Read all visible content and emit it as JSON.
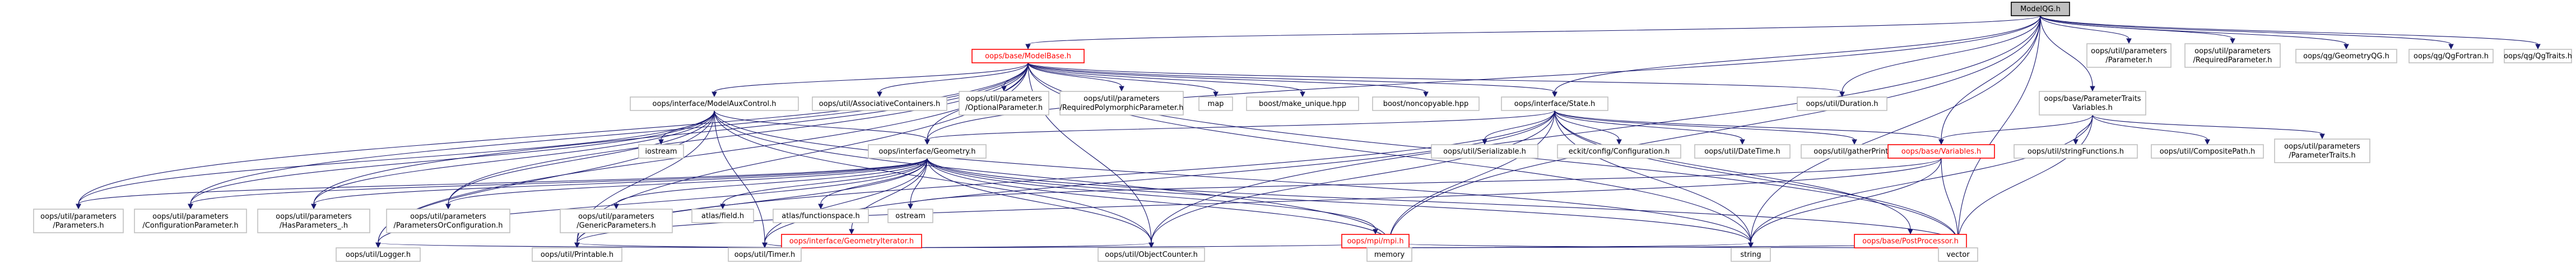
{
  "diagram": {
    "type": "include-dependency-graph",
    "colors": {
      "edge": "#191970",
      "node_border": "#bfbfbf",
      "root_fill": "#bfbfbf",
      "highlight": "#ff0000",
      "background": "#ffffff"
    },
    "nodes": [
      {
        "id": "modelqg",
        "lines": [
          "ModelQG.h"
        ],
        "style": "root"
      },
      {
        "id": "modelbase",
        "lines": [
          "oops/base/ModelBase.h"
        ],
        "style": "highlight"
      },
      {
        "id": "param_h",
        "lines": [
          "oops/util/parameters",
          "/Parameter.h"
        ]
      },
      {
        "id": "reqparam_h",
        "lines": [
          "oops/util/parameters",
          "/RequiredParameter.h"
        ]
      },
      {
        "id": "geomqg",
        "lines": [
          "oops/qg/GeometryQG.h"
        ]
      },
      {
        "id": "qgfortran",
        "lines": [
          "oops/qg/QgFortran.h"
        ]
      },
      {
        "id": "qgtraits",
        "lines": [
          "oops/qg/QgTraits.h"
        ]
      },
      {
        "id": "modelaux",
        "lines": [
          "oops/interface/ModelAuxControl.h"
        ]
      },
      {
        "id": "assoc",
        "lines": [
          "oops/util/AssociativeContainers.h"
        ]
      },
      {
        "id": "optparam",
        "lines": [
          "oops/util/parameters",
          "/OptionalParameter.h"
        ]
      },
      {
        "id": "reqpoly",
        "lines": [
          "oops/util/parameters",
          "/RequiredPolymorphicParameter.h"
        ]
      },
      {
        "id": "map",
        "lines": [
          "map"
        ]
      },
      {
        "id": "make_unique",
        "lines": [
          "boost/make_unique.hpp"
        ]
      },
      {
        "id": "noncopyable",
        "lines": [
          "boost/noncopyable.hpp"
        ]
      },
      {
        "id": "state",
        "lines": [
          "oops/interface/State.h"
        ]
      },
      {
        "id": "duration",
        "lines": [
          "oops/util/Duration.h"
        ]
      },
      {
        "id": "ptv",
        "lines": [
          "oops/base/ParameterTraits",
          "Variables.h"
        ]
      },
      {
        "id": "iostream",
        "lines": [
          "iostream"
        ]
      },
      {
        "id": "geometry",
        "lines": [
          "oops/interface/Geometry.h"
        ]
      },
      {
        "id": "serializable",
        "lines": [
          "oops/util/Serializable.h"
        ]
      },
      {
        "id": "eckit_config",
        "lines": [
          "eckit/config/Configuration.h"
        ]
      },
      {
        "id": "datetime",
        "lines": [
          "oops/util/DateTime.h"
        ]
      },
      {
        "id": "gatherprint",
        "lines": [
          "oops/util/gatherPrint.h"
        ]
      },
      {
        "id": "variables",
        "lines": [
          "oops/base/Variables.h"
        ],
        "style": "highlight"
      },
      {
        "id": "stringfunc",
        "lines": [
          "oops/util/stringFunctions.h"
        ]
      },
      {
        "id": "composite",
        "lines": [
          "oops/util/CompositePath.h"
        ]
      },
      {
        "id": "paramtraits",
        "lines": [
          "oops/util/parameters",
          "/ParameterTraits.h"
        ]
      },
      {
        "id": "parameters",
        "lines": [
          "oops/util/parameters",
          "/Parameters.h"
        ]
      },
      {
        "id": "configparam",
        "lines": [
          "oops/util/parameters",
          "/ConfigurationParameter.h"
        ]
      },
      {
        "id": "hasparam",
        "lines": [
          "oops/util/parameters",
          "/HasParameters_.h"
        ]
      },
      {
        "id": "paramorconfig",
        "lines": [
          "oops/util/parameters",
          "/ParametersOrConfiguration.h"
        ]
      },
      {
        "id": "genericparam",
        "lines": [
          "oops/util/parameters",
          "/GenericParameters.h"
        ]
      },
      {
        "id": "atlasfield",
        "lines": [
          "atlas/field.h"
        ]
      },
      {
        "id": "atlasfs",
        "lines": [
          "atlas/functionspace.h"
        ]
      },
      {
        "id": "ostream",
        "lines": [
          "ostream"
        ]
      },
      {
        "id": "geomiter",
        "lines": [
          "oops/interface/GeometryIterator.h"
        ],
        "style": "highlight"
      },
      {
        "id": "mpimpi",
        "lines": [
          "oops/mpi/mpi.h"
        ],
        "style": "highlight"
      },
      {
        "id": "postproc",
        "lines": [
          "oops/base/PostProcessor.h"
        ],
        "style": "highlight"
      },
      {
        "id": "logger",
        "lines": [
          "oops/util/Logger.h"
        ]
      },
      {
        "id": "printable",
        "lines": [
          "oops/util/Printable.h"
        ]
      },
      {
        "id": "timer",
        "lines": [
          "oops/util/Timer.h"
        ]
      },
      {
        "id": "objcounter",
        "lines": [
          "oops/util/ObjectCounter.h"
        ]
      },
      {
        "id": "memory",
        "lines": [
          "memory"
        ]
      },
      {
        "id": "string",
        "lines": [
          "string"
        ]
      },
      {
        "id": "vector",
        "lines": [
          "vector"
        ]
      }
    ],
    "edges": [
      [
        "modelqg",
        "modelbase"
      ],
      [
        "modelqg",
        "param_h"
      ],
      [
        "modelqg",
        "reqparam_h"
      ],
      [
        "modelqg",
        "geomqg"
      ],
      [
        "modelqg",
        "qgfortran"
      ],
      [
        "modelqg",
        "qgtraits"
      ],
      [
        "modelqg",
        "duration"
      ],
      [
        "modelqg",
        "ptv"
      ],
      [
        "modelqg",
        "variables"
      ],
      [
        "modelqg",
        "geometry"
      ],
      [
        "modelqg",
        "state"
      ],
      [
        "modelqg",
        "objcounter"
      ],
      [
        "modelqg",
        "string"
      ],
      [
        "modelqg",
        "vector"
      ],
      [
        "modelqg",
        "memory"
      ],
      [
        "modelbase",
        "modelaux"
      ],
      [
        "modelbase",
        "assoc"
      ],
      [
        "modelbase",
        "optparam"
      ],
      [
        "modelbase",
        "reqpoly"
      ],
      [
        "modelbase",
        "map"
      ],
      [
        "modelbase",
        "make_unique"
      ],
      [
        "modelbase",
        "noncopyable"
      ],
      [
        "modelbase",
        "state"
      ],
      [
        "modelbase",
        "duration"
      ],
      [
        "modelbase",
        "geometry"
      ],
      [
        "modelbase",
        "parameters"
      ],
      [
        "modelbase",
        "configparam"
      ],
      [
        "modelbase",
        "hasparam"
      ],
      [
        "modelbase",
        "paramorconfig"
      ],
      [
        "modelbase",
        "logger"
      ],
      [
        "modelbase",
        "printable"
      ],
      [
        "modelbase",
        "objcounter"
      ],
      [
        "modelbase",
        "string"
      ],
      [
        "modelbase",
        "vector"
      ],
      [
        "modelaux",
        "iostream"
      ],
      [
        "modelaux",
        "geometry"
      ],
      [
        "modelaux",
        "parameters"
      ],
      [
        "modelaux",
        "configparam"
      ],
      [
        "modelaux",
        "hasparam"
      ],
      [
        "modelaux",
        "paramorconfig"
      ],
      [
        "modelaux",
        "printable"
      ],
      [
        "modelaux",
        "timer"
      ],
      [
        "modelaux",
        "objcounter"
      ],
      [
        "modelaux",
        "memory"
      ],
      [
        "modelaux",
        "string"
      ],
      [
        "modelaux",
        "logger"
      ],
      [
        "state",
        "geometry"
      ],
      [
        "state",
        "serializable"
      ],
      [
        "state",
        "eckit_config"
      ],
      [
        "state",
        "datetime"
      ],
      [
        "state",
        "gatherprint"
      ],
      [
        "state",
        "variables"
      ],
      [
        "state",
        "postproc"
      ],
      [
        "state",
        "printable"
      ],
      [
        "state",
        "timer"
      ],
      [
        "state",
        "objcounter"
      ],
      [
        "state",
        "memory"
      ],
      [
        "state",
        "string"
      ],
      [
        "state",
        "vector"
      ],
      [
        "ptv",
        "variables"
      ],
      [
        "ptv",
        "stringfunc"
      ],
      [
        "ptv",
        "composite"
      ],
      [
        "ptv",
        "paramtraits"
      ],
      [
        "ptv",
        "string"
      ],
      [
        "ptv",
        "vector"
      ],
      [
        "geometry",
        "geomiter"
      ],
      [
        "geometry",
        "mpimpi"
      ],
      [
        "geometry",
        "atlasfield"
      ],
      [
        "geometry",
        "atlasfs"
      ],
      [
        "geometry",
        "ostream"
      ],
      [
        "geometry",
        "genericparam"
      ],
      [
        "geometry",
        "parameters"
      ],
      [
        "geometry",
        "configparam"
      ],
      [
        "geometry",
        "hasparam"
      ],
      [
        "geometry",
        "paramorconfig"
      ],
      [
        "geometry",
        "logger"
      ],
      [
        "geometry",
        "printable"
      ],
      [
        "geometry",
        "timer"
      ],
      [
        "geometry",
        "objcounter"
      ],
      [
        "geometry",
        "memory"
      ],
      [
        "geometry",
        "string"
      ],
      [
        "geometry",
        "vector"
      ],
      [
        "geomiter",
        "logger"
      ],
      [
        "geomiter",
        "printable"
      ],
      [
        "geomiter",
        "timer"
      ],
      [
        "geomiter",
        "objcounter"
      ],
      [
        "geomiter",
        "memory"
      ],
      [
        "mpimpi",
        "string"
      ],
      [
        "mpimpi",
        "vector"
      ],
      [
        "postproc",
        "memory"
      ],
      [
        "postproc",
        "vector"
      ],
      [
        "variables",
        "ostream"
      ],
      [
        "variables",
        "string"
      ],
      [
        "variables",
        "vector"
      ],
      [
        "variables",
        "printable"
      ]
    ]
  }
}
